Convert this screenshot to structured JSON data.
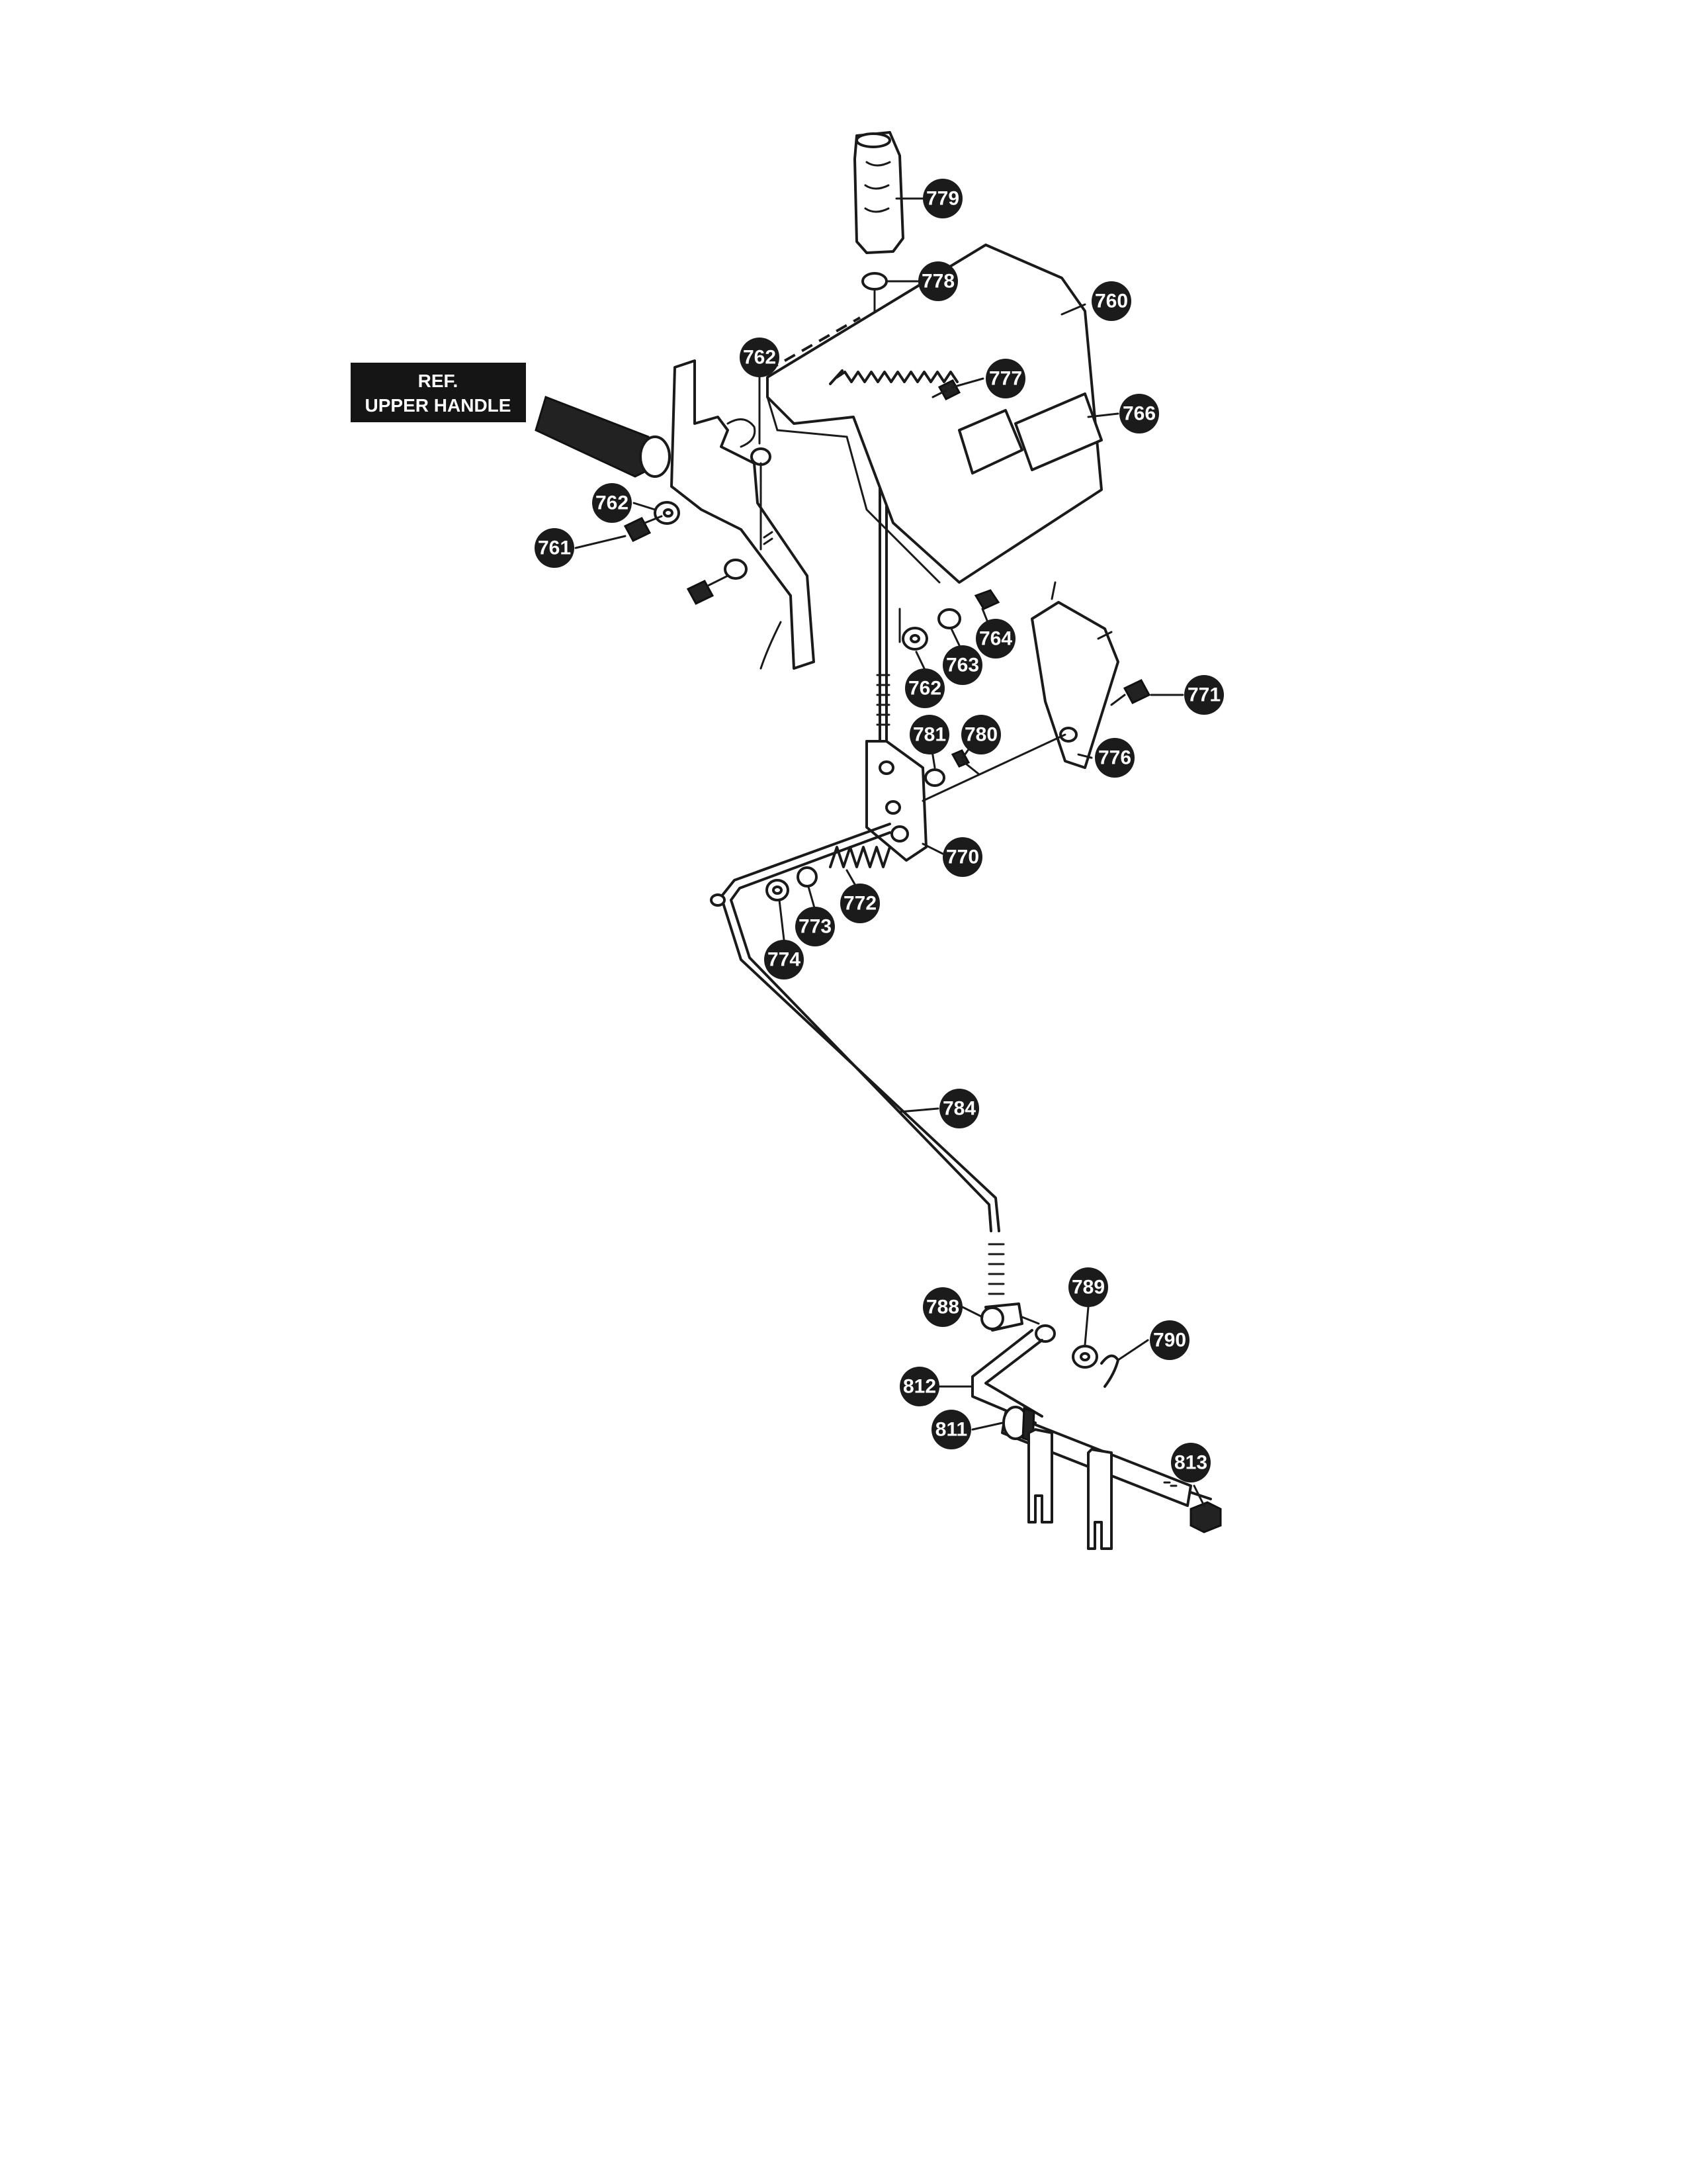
{
  "reference_label": {
    "line1": "REF.",
    "line2": "UPPER HANDLE"
  },
  "callouts": [
    "779",
    "778",
    "760",
    "762",
    "777",
    "766",
    "762",
    "761",
    "762",
    "763",
    "764",
    "771",
    "781",
    "780",
    "776",
    "770",
    "772",
    "773",
    "774",
    "784",
    "788",
    "789",
    "790",
    "812",
    "811",
    "813"
  ]
}
